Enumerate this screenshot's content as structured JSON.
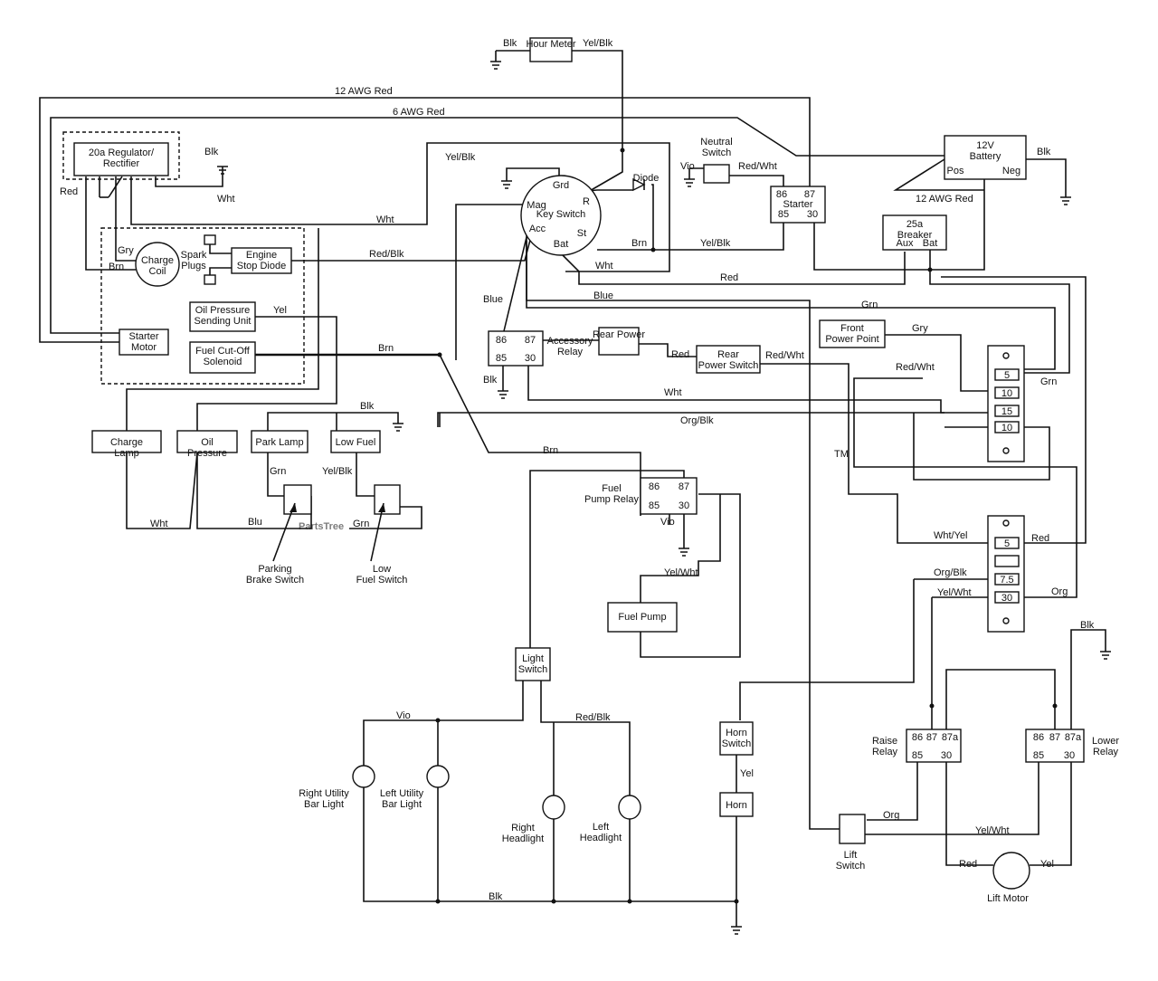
{
  "watermark": {
    "text": "PartsTree",
    "tm": "TM"
  },
  "components": {
    "hour_meter": "Hour Meter",
    "regulator": "20a Regulator/ Rectifier",
    "charge_coil": "Charge Coil",
    "spark_plugs": "Spark Plugs",
    "engine_stop_diode": "Engine Stop Diode",
    "oil_pressure_sending_unit": "Oil Pressure Sending Unit",
    "starter_motor": "Starter Motor",
    "fuel_cutoff_solenoid": "Fuel Cut-Off Solenoid",
    "key_switch": "Key Switch",
    "diode": "Diode",
    "neutral_switch": "Neutral Switch",
    "starter_relay": "Starter",
    "battery": "12V Battery",
    "battery_pos": "Pos",
    "battery_neg": "Neg",
    "breaker": "25a Breaker",
    "breaker_aux": "Aux",
    "breaker_bat": "Bat",
    "accessory_relay": "Accessory Relay",
    "rear_power": "Rear Power",
    "rear_power_switch": "Rear Power Switch",
    "front_power_point": "Front Power Point",
    "charge_lamp": "Charge Lamp",
    "oil_pressure_lamp": "Oil Pressure",
    "park_lamp": "Park Lamp",
    "low_fuel": "Low Fuel",
    "parking_brake_switch": "Parking Brake Switch",
    "low_fuel_switch": "Low Fuel Switch",
    "fuel_pump_relay": "Fuel Pump Relay",
    "fuel_pump": "Fuel Pump",
    "light_switch": "Light Switch",
    "right_utility_bar_light": "Right Utility Bar Light",
    "left_utility_bar_light": "Left Utility Bar Light",
    "right_headlight": "Right Headlight",
    "left_headlight": "Left Headlight",
    "horn_switch": "Horn Switch",
    "horn": "Horn",
    "lift_switch": "Lift Switch",
    "lift_motor": "Lift Motor",
    "raise_relay": "Raise Relay",
    "lower_relay": "Lower Relay"
  },
  "key_terminals": {
    "grd": "Grd",
    "mag": "Mag",
    "acc": "Acc",
    "r": "R",
    "st": "St",
    "bat": "Bat"
  },
  "relay_pins": {
    "p86": "86",
    "p87": "87",
    "p85": "85",
    "p30": "30",
    "p87a": "87a"
  },
  "fuse_block_1": [
    "5",
    "10",
    "15",
    "10"
  ],
  "fuse_block_2": [
    "5",
    "",
    "7.5",
    "30"
  ],
  "wire_labels": {
    "blk": "Blk",
    "yel_blk": "Yel/Blk",
    "awg12_red": "12 AWG Red",
    "awg6_red": "6 AWG Red",
    "red": "Red",
    "wht": "Wht",
    "gry": "Gry",
    "brn": "Brn",
    "red_blk": "Red/Blk",
    "yel": "Yel",
    "vio": "Vio",
    "red_wht": "Red/Wht",
    "blue": "Blue",
    "blu": "Blu",
    "grn": "Grn",
    "org_blk": "Org/Blk",
    "wht_yel": "Wht/Yel",
    "yel_wht": "Yel/Wht",
    "org": "Org"
  }
}
